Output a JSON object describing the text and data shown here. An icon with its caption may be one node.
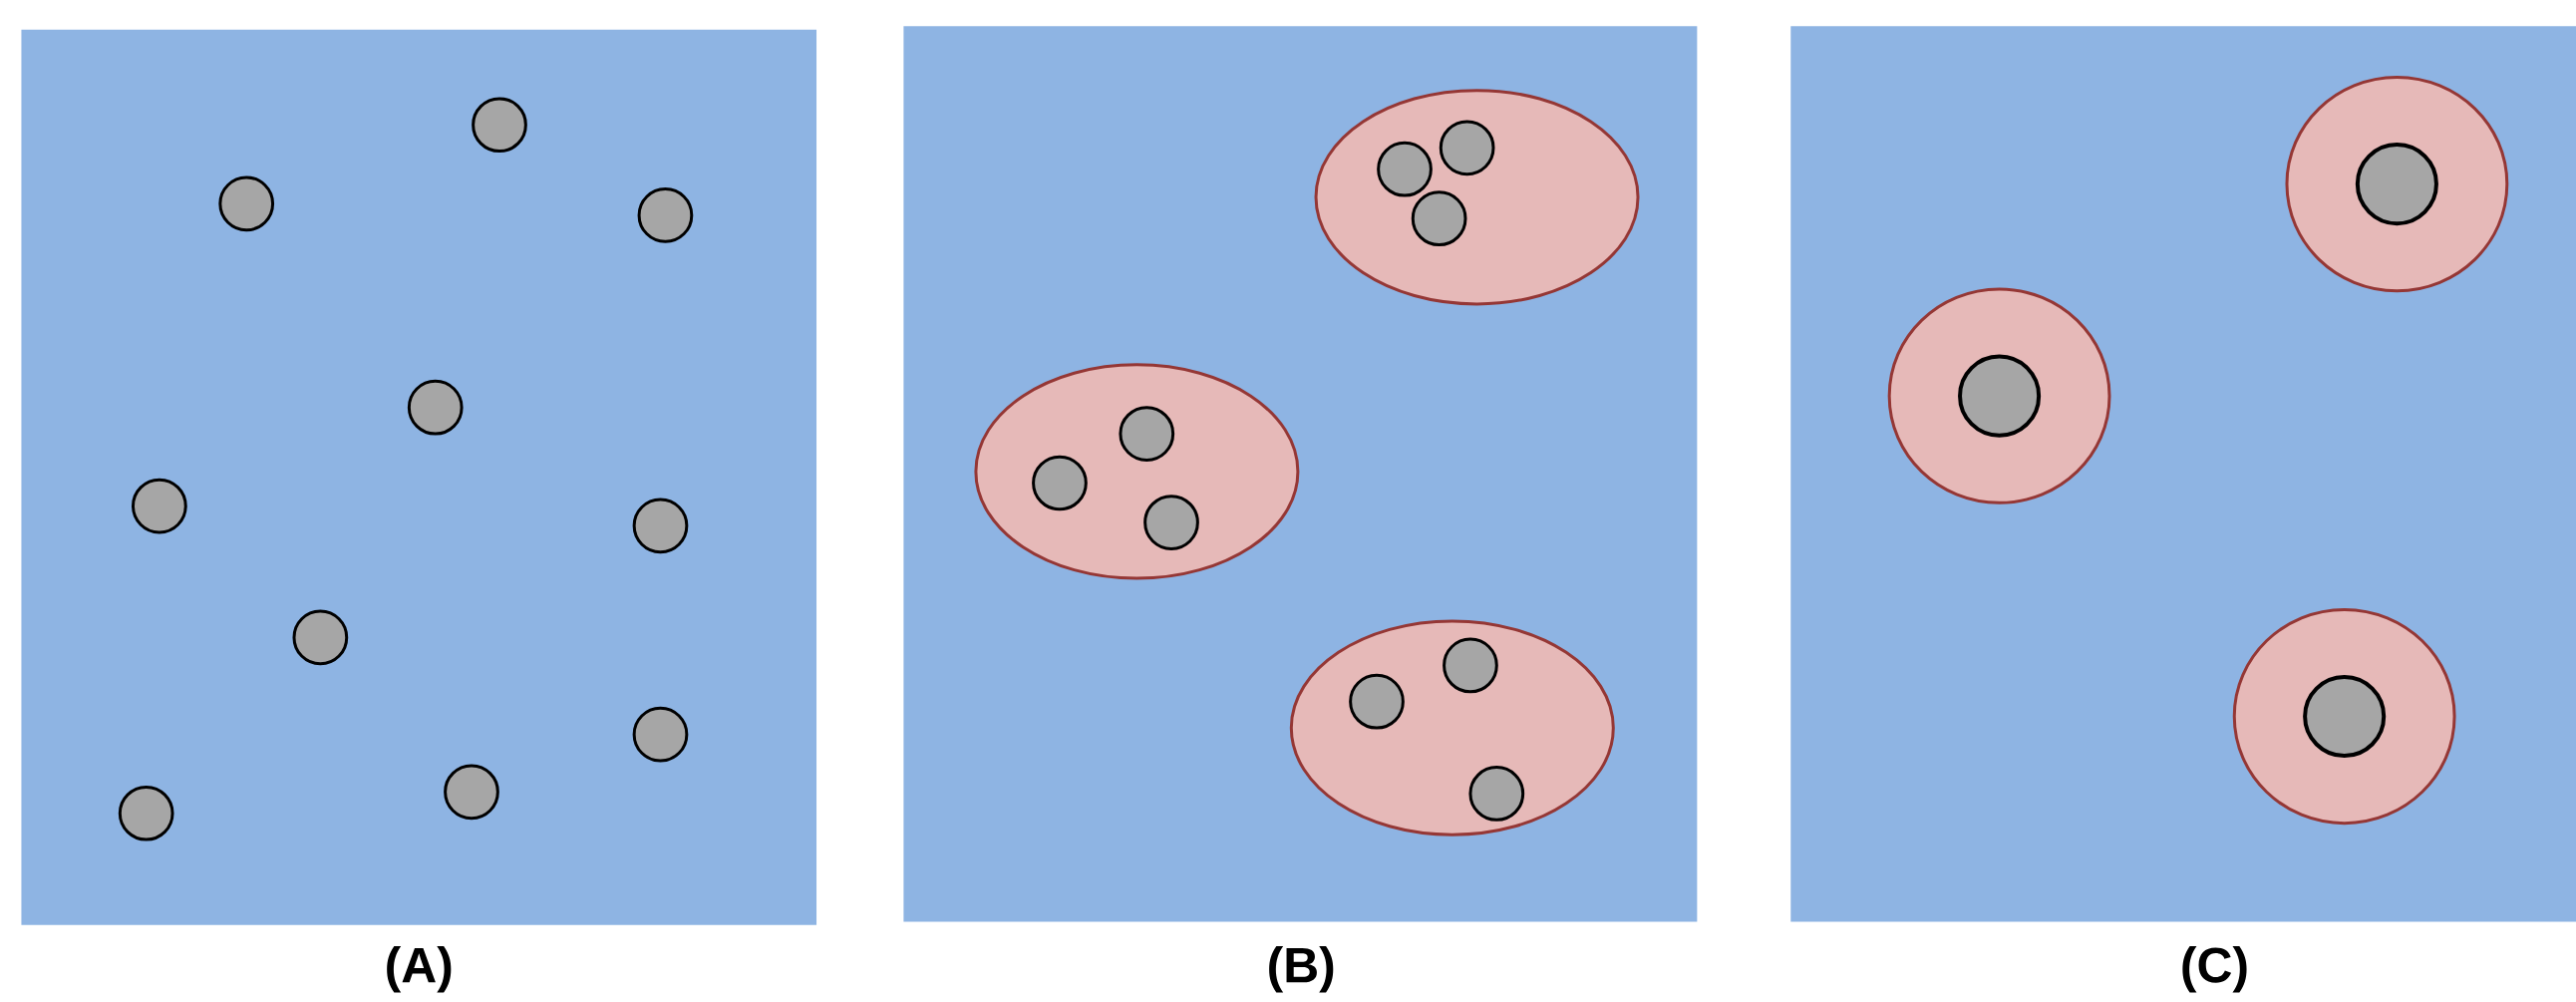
{
  "diagram": {
    "labels": [
      "(A)",
      "(B)",
      "(C)"
    ]
  }
}
